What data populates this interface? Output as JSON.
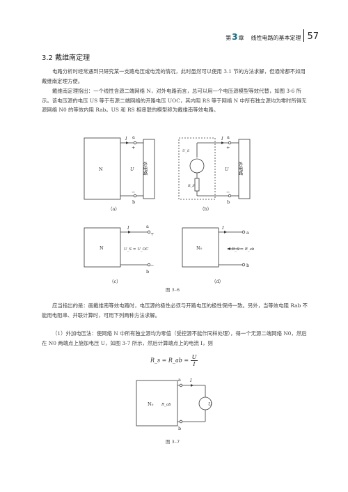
{
  "header": {
    "chapter_prefix": "第",
    "chapter_num": "3",
    "chapter_suffix": "章",
    "chapter_title": "线性电路的基本定理",
    "page_number": "57"
  },
  "section_title": "3.2   戴维南定理",
  "paragraphs": [
    "电路分析时经常遇到只研究某一支路电压或电流的情况，此时虽然可以使用 3.1 节的方法求解，但通常都不如用戴维南定理方便。",
    "戴维南定理指出：一个线性含源二端网络 N，对外电路而言，总可以用一个电压源模型等效代替，如图 3-6 所示。该电压源的电压 US 等于有源二端网络的开路电压 UOC，其内阻 RS 等于网络 N 中所有独立源均为零时所得无源网络 N0 的等效内阻 Rab。US 和 RS 相串联的模型称为戴维南等效电路。",
    "应当指出的是：画戴维南等效电路时，电压源的极性必须与开路电压的极性保持一致。另外，当等效电阻 Rab 不能用电阻串、并联计算时，可用下列两种方法求解。",
    "（1）外加电压法：使网络 N 中所有独立源均为零值（受控源不能作同样处理），得一个无源二端网络 N0，然后在 N0 两端点上施加电压 U，如图 3-7 所示，然后计算端点上的电流 I，则"
  ],
  "figure_36": {
    "caption": "图 3–6",
    "sub_a": "（a）",
    "sub_b": "（b）",
    "sub_c": "（c）",
    "sub_d": "（d）",
    "label_N": "N",
    "label_N0": "N₀",
    "label_I": "I",
    "label_U": "U",
    "label_a": "a",
    "label_b": "b",
    "label_plus": "+",
    "label_minus": "−",
    "label_ext": "外电路",
    "label_Us": "U_S",
    "label_Rs": "R_S",
    "label_Us_eq": "U_S = U_OC",
    "label_Rs_eq": "R_S = R_ab"
  },
  "formula": {
    "lhs": "R_s = R_ab = ",
    "num": "U",
    "den": "I"
  },
  "figure_37": {
    "caption": "图 3–7",
    "label_N0": "N₀",
    "label_Rab": "R_ab",
    "label_a": "a",
    "label_b": "b",
    "label_I": "I",
    "label_U": "U"
  }
}
